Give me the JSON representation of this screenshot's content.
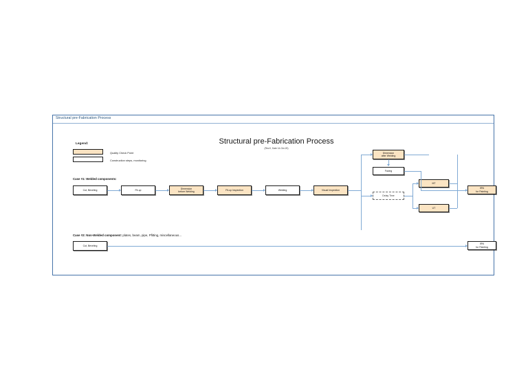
{
  "window": {
    "sheet_tab": "Structural pre-Fabrication Process"
  },
  "title": "Structural pre-Fabrication Process",
  "subtitle": "(Rev.0, Date 14-Oct-20)",
  "legend": {
    "heading": "Legend:",
    "items": [
      {
        "label": "Quality Check Point",
        "color": "#fbe4c3",
        "type": "qc"
      },
      {
        "label": "Construction steps, monitoring",
        "color": "#ffffff",
        "type": "step"
      }
    ]
  },
  "cases": {
    "case1": {
      "prefix": "Case #1:",
      "text": " Welded components:"
    },
    "case2": {
      "prefix": "Case #2: Non-Welded component:",
      "text": " plates, beam, pipe, Pfitting, miscellaneous..."
    }
  },
  "nodes": {
    "cut_beveling_1": "Cut, Beveling",
    "fit_up": "Fit-up",
    "dimension_before_welding": "Dimension\nbefore Welding",
    "fit_up_inspection": "Fit-up Inspection",
    "welding": "Welding",
    "visual_inspection": "Visual Inspection",
    "dimension_after_welding": "Dimension\nafter Welding",
    "facing": "Facing",
    "delay_time": "Delay Time",
    "mt": "MT",
    "ut": "UT",
    "irn_painting_1": "IRN\nfor Painting",
    "cut_beveling_2": "Cut, Beveling",
    "irn_painting_2": "IRN\nfor Painting"
  },
  "colors": {
    "quality_fill": "#fbe4c3",
    "step_fill": "#ffffff",
    "connector": "#7fa9d4",
    "border": "#1a1a1a",
    "tab_text": "#1f4e79",
    "canvas_border": "#4472a8"
  }
}
